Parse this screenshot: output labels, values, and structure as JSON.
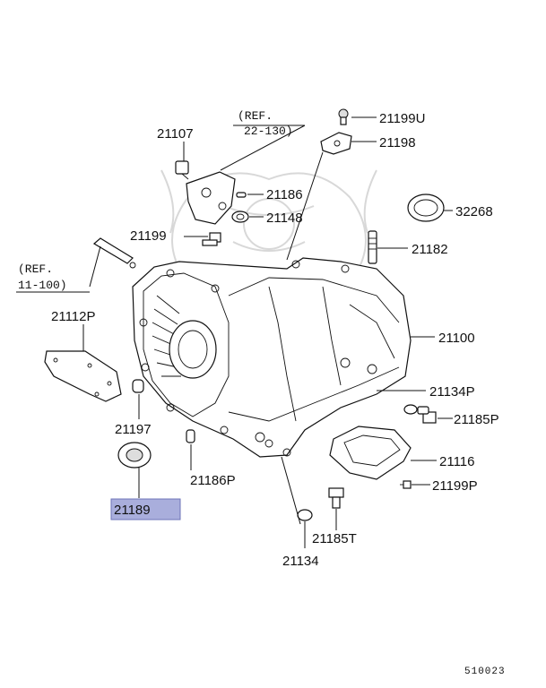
{
  "labels": {
    "p21107": "21107",
    "p21199U": "21199U",
    "p21198": "21198",
    "p21186": "21186",
    "p21148": "21148",
    "p32268": "32268",
    "p21199": "21199",
    "p21182": "21182",
    "p21112P": "21112P",
    "p21100": "21100",
    "p21134P": "21134P",
    "p21185P": "21185P",
    "p21197": "21197",
    "p21116": "21116",
    "p21186P": "21186P",
    "p21199P": "21199P",
    "p21189": "21189",
    "p21185T": "21185T",
    "p21134": "21134"
  },
  "refs": {
    "ref_top_line1": "(REF.",
    "ref_top_line2": "22-130)",
    "ref_left_line1": "(REF.",
    "ref_left_line2": "11-100)"
  },
  "highlighted_part": "21189",
  "highlight_color": "#a9aedc",
  "diagram_code": "510023"
}
